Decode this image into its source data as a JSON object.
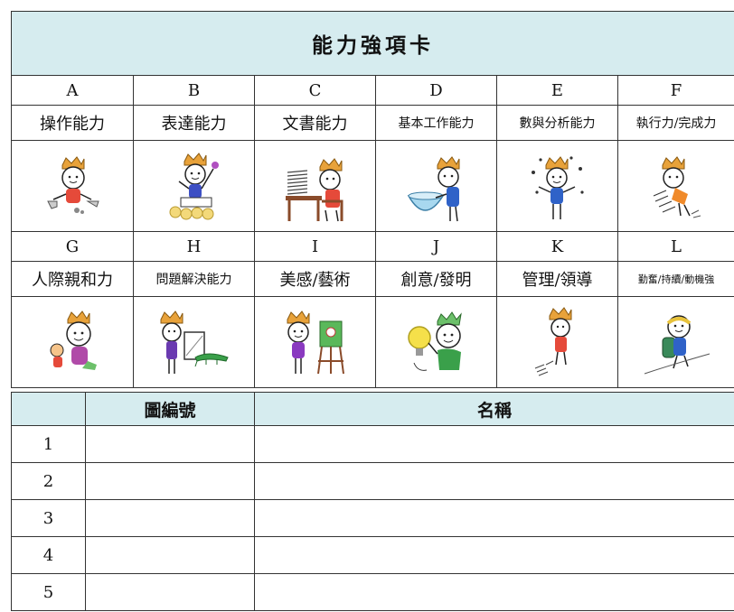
{
  "title": "能力強項卡",
  "cards_row1": [
    {
      "letter": "A",
      "label": "操作能力",
      "icon": "crafting-figure-icon"
    },
    {
      "letter": "B",
      "label": "表達能力",
      "icon": "speaking-figure-icon"
    },
    {
      "letter": "C",
      "label": "文書能力",
      "icon": "paperwork-figure-icon"
    },
    {
      "letter": "D",
      "label": "基本工作能力",
      "icon": "bowl-work-figure-icon"
    },
    {
      "letter": "E",
      "label": "數與分析能力",
      "icon": "analysis-figure-icon"
    },
    {
      "letter": "F",
      "label": "執行力/完成力",
      "icon": "action-figure-icon"
    }
  ],
  "cards_row2": [
    {
      "letter": "G",
      "label": "人際親和力",
      "icon": "friendly-figure-icon"
    },
    {
      "letter": "H",
      "label": "問題解決能力",
      "icon": "problem-solving-figure-icon"
    },
    {
      "letter": "I",
      "label": "美感/藝術",
      "icon": "art-easel-figure-icon"
    },
    {
      "letter": "J",
      "label": "創意/發明",
      "icon": "lightbulb-figure-icon"
    },
    {
      "letter": "K",
      "label": "管理/領導",
      "icon": "leading-figure-icon"
    },
    {
      "letter": "L",
      "label": "勤奮/持續/動機強",
      "icon": "climbing-figure-icon"
    }
  ],
  "list": {
    "header_number": "",
    "header_code": "圖編號",
    "header_name": "名稱",
    "rows": [
      {
        "num": "1",
        "code": "",
        "name": ""
      },
      {
        "num": "2",
        "code": "",
        "name": ""
      },
      {
        "num": "3",
        "code": "",
        "name": ""
      },
      {
        "num": "4",
        "code": "",
        "name": ""
      },
      {
        "num": "5",
        "code": "",
        "name": ""
      }
    ]
  },
  "colors": {
    "header_bg": "#d6ecef",
    "crown": "#e8a23a",
    "border": "#333333"
  }
}
